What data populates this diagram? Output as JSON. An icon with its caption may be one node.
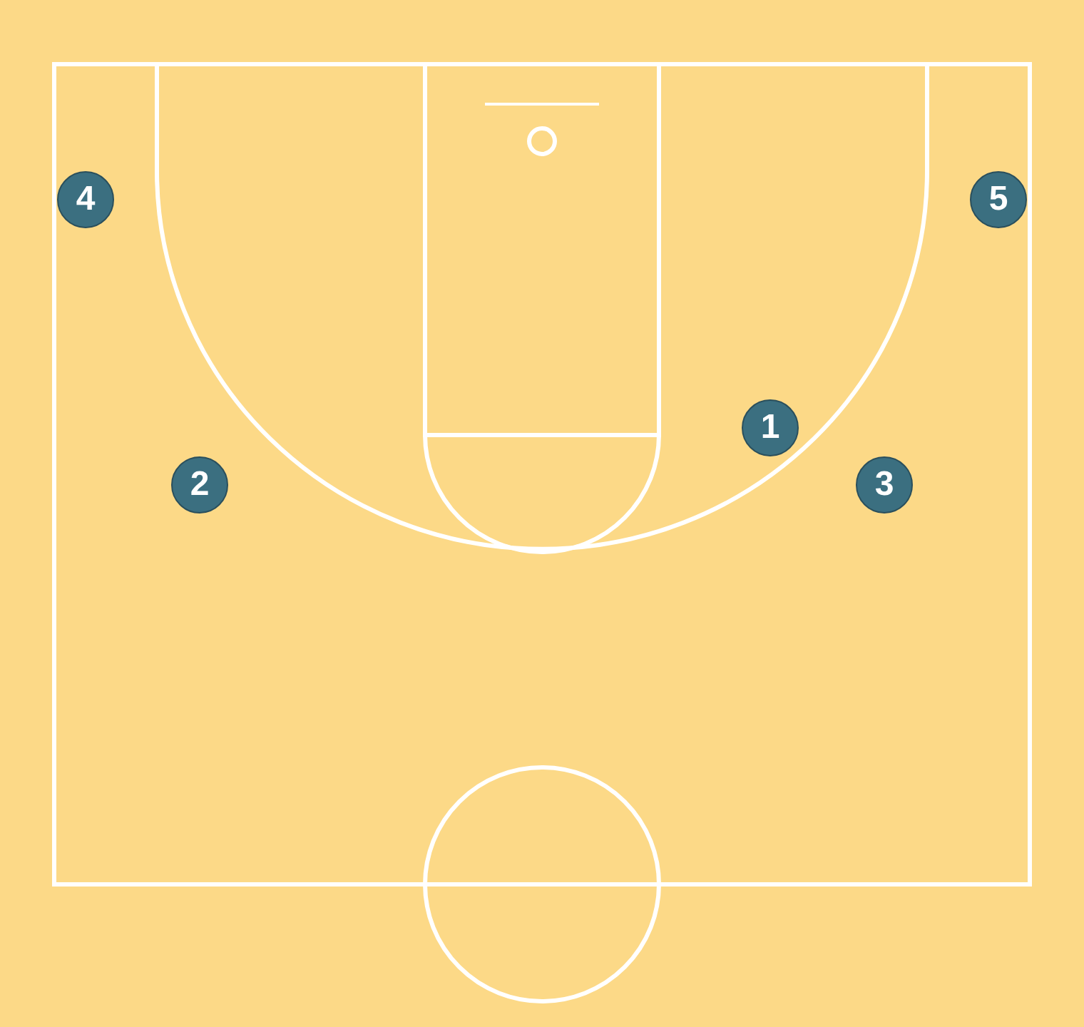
{
  "diagram": {
    "nodes": [
      {
        "text": [
          "4"
        ]
      },
      {
        "text": [
          "5"
        ]
      },
      {
        "text": [
          "1"
        ]
      },
      {
        "text": [
          "2"
        ]
      },
      {
        "text": [
          "3"
        ]
      }
    ]
  }
}
